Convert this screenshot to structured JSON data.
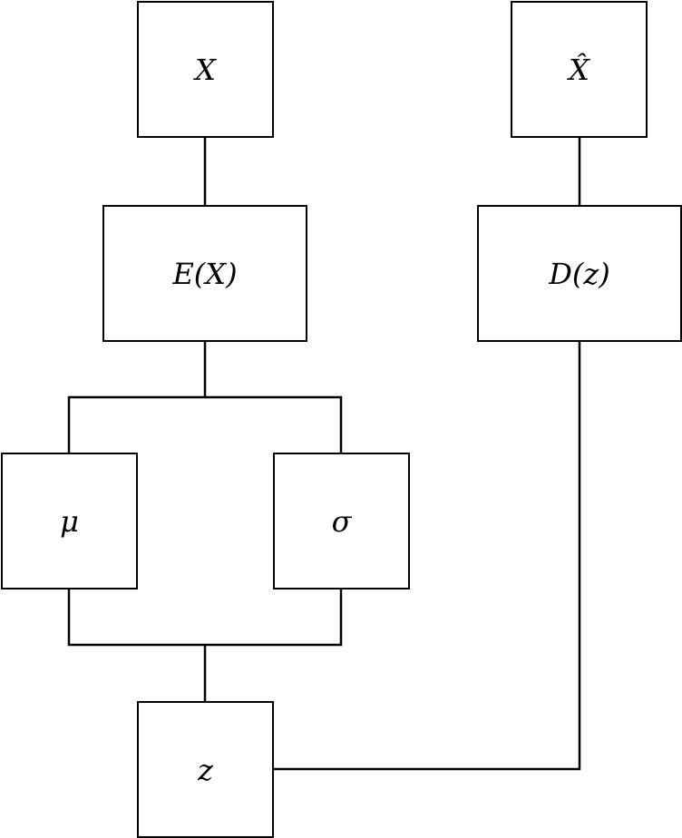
{
  "diagram": {
    "nodes": {
      "input": {
        "label": "X"
      },
      "output": {
        "label": "X̂"
      },
      "encoder": {
        "label": "E(X)"
      },
      "decoder": {
        "label": "D(z)"
      },
      "mu": {
        "label": "μ"
      },
      "sigma": {
        "label": "σ"
      },
      "latent": {
        "label": "z"
      }
    },
    "edges": [
      {
        "from": "input",
        "to": "encoder"
      },
      {
        "from": "encoder",
        "to": "mu"
      },
      {
        "from": "encoder",
        "to": "sigma"
      },
      {
        "from": "mu",
        "to": "latent"
      },
      {
        "from": "sigma",
        "to": "latent"
      },
      {
        "from": "latent",
        "to": "decoder"
      },
      {
        "from": "decoder",
        "to": "output"
      }
    ],
    "colors": {
      "stroke": "#000000",
      "background": "#ffffff"
    }
  }
}
